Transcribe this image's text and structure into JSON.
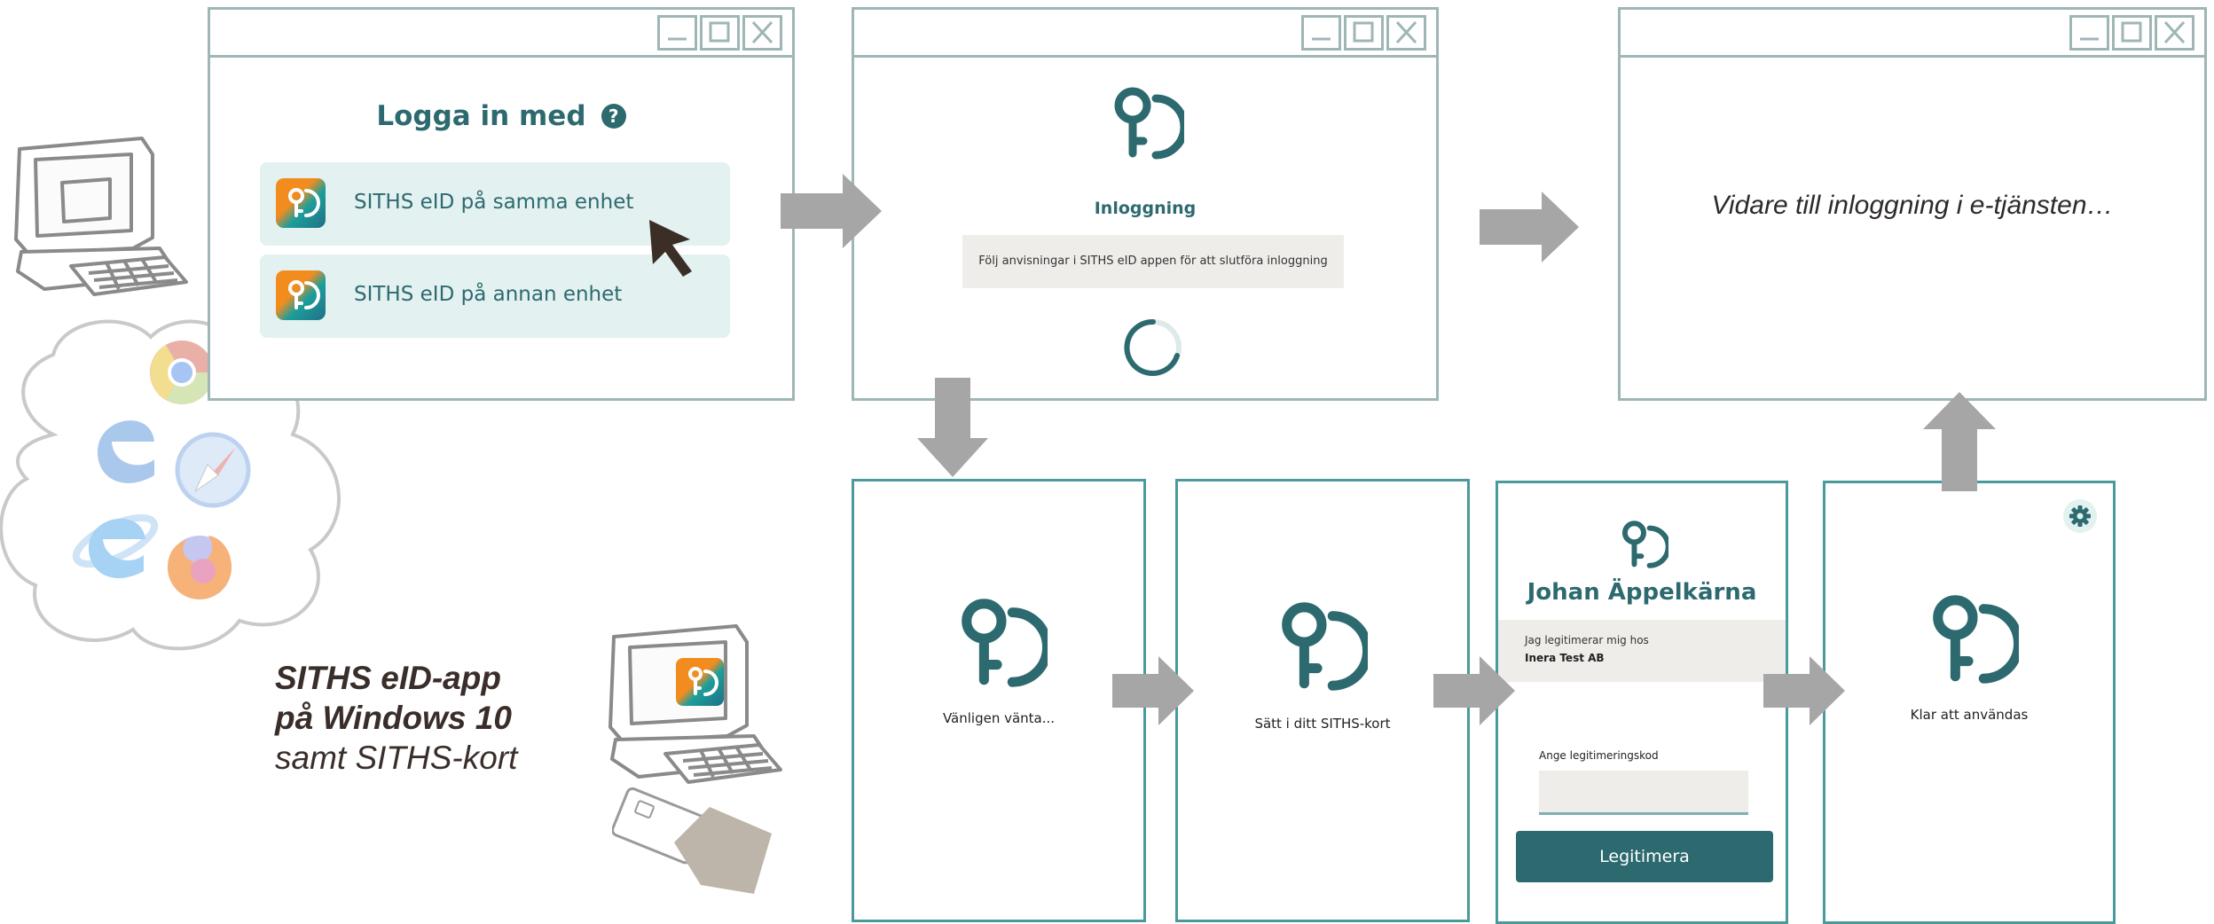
{
  "window1": {
    "title": "Logga in med",
    "help_icon": "question-circle-icon",
    "options": [
      {
        "label": "SITHS eID på samma enhet"
      },
      {
        "label": "SITHS eID på annan enhet"
      }
    ]
  },
  "window2": {
    "title": "Inloggning",
    "message": "Följ anvisningar i SITHS eID appen för att slutföra inloggning"
  },
  "window3": {
    "message": "Vidare till inloggning i e-tjänsten…"
  },
  "screens": {
    "waiting": {
      "label": "Vänligen vänta..."
    },
    "insert_card": {
      "label": "Sätt i ditt SITHS-kort"
    },
    "identify": {
      "name": "Johan Äppelkärna",
      "legit_prefix": "Jag legitimerar mig hos",
      "org": "Inera Test AB",
      "code_label": "Ange legitimeringskod",
      "code_value": "",
      "button": "Legitimera"
    },
    "ready": {
      "label": "Klar att användas",
      "settings_icon": "gear-icon"
    }
  },
  "caption": {
    "line1": "SITHS eID-app",
    "line2": "på Windows 10",
    "line3": "samt SITHS-kort"
  },
  "colors": {
    "brand_teal": "#2d6a6f",
    "window_border": "#9fb6b6",
    "phone_border": "#4a9a9c",
    "arrow_gray": "#a6a6a6",
    "option_bg": "#e3f1f1",
    "message_bg": "#efedea",
    "button_bg": "#2d6a6f"
  }
}
